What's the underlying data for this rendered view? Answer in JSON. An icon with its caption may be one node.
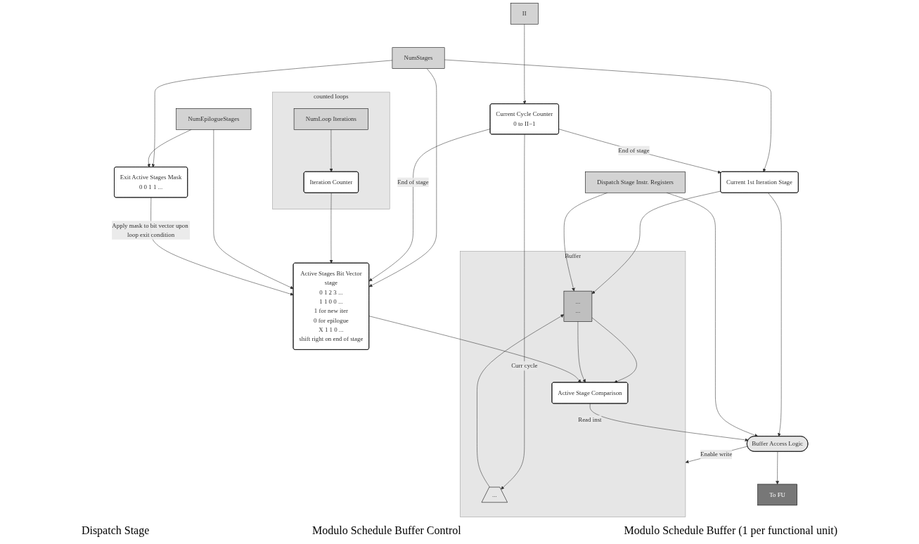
{
  "diagram": {
    "nodes": [
      {
        "text": [
          "Dispatch Stage Instr. Registers"
        ]
      },
      {
        "text": [
          "NumStages"
        ]
      },
      {
        "text": [
          "Current 1st Iteration Stage"
        ]
      },
      {
        "text": [
          "II"
        ]
      },
      {
        "text": [
          "Current Cycle Counter",
          "0 to II−1"
        ]
      },
      {
        "text": [
          "counted loops"
        ]
      },
      {
        "text": [
          "NumLoop Iterations"
        ],
        "in": 5
      },
      {
        "text": [
          "Iteration Counter"
        ],
        "in": 5
      },
      {
        "text": [
          "Active Stages Bit Vector",
          "stage",
          "0 1 2 3 ...",
          "1 1 0 0 ...",
          "1 for new iter",
          "0 for epilogue",
          "X 1 1 0 ...",
          "shift right on end of stage"
        ]
      },
      {
        "text": [
          "Exit Active Stages Mask",
          "0 0 1 1 ..."
        ]
      },
      {
        "text": [
          "NumEpilogueStages"
        ]
      },
      {
        "text": [
          "Buffer"
        ]
      },
      {
        "text": [
          "..."
        ],
        "in": 11
      },
      {
        "text": [
          "...",
          "..."
        ],
        "in": 11
      },
      {
        "text": [
          "Active Stage Comparison"
        ],
        "in": 11
      },
      {
        "text": [
          "Buffer Access Logic"
        ]
      },
      {
        "text": [
          "To FU"
        ]
      }
    ],
    "edges": [
      {
        "from": 1,
        "to": 2,
        "arrow": "to"
      },
      {
        "from": 1,
        "to": 8,
        "arrow": "to"
      },
      {
        "from": 1,
        "to": 9,
        "arrow": "to"
      },
      {
        "from": 3,
        "to": 4,
        "arrow": "to"
      },
      {
        "from": 4,
        "to": 2,
        "arrow": "to",
        "label": "End of stage"
      },
      {
        "from": 4,
        "to": 8,
        "arrow": "to",
        "label": "End of stage"
      },
      {
        "from": 6,
        "to": 7,
        "arrow": "to"
      },
      {
        "from": 7,
        "to": 8,
        "arrow": "to"
      },
      {
        "from": 10,
        "to": 8,
        "arrow": "to"
      },
      {
        "from": 10,
        "to": 9,
        "arrow": "to"
      },
      {
        "from": 9,
        "to": 8,
        "arrow": "to",
        "label": "Apply mask to bit vector upon loop exit condition"
      },
      {
        "from": 2,
        "to": 13,
        "arrow": "to"
      },
      {
        "from": 2,
        "to": 15,
        "arrow": "to"
      },
      {
        "from": 0,
        "to": 13,
        "arrow": "to"
      },
      {
        "from": 0,
        "to": 15,
        "arrow": "to"
      },
      {
        "from": 4,
        "to": 12,
        "arrow": "to",
        "label": "Curr cycle"
      },
      {
        "from": 12,
        "to": 13,
        "arrow": "to"
      },
      {
        "from": 13,
        "to": 14,
        "arrow": "to"
      },
      {
        "from": 13,
        "to": 14,
        "arrow": "to"
      },
      {
        "from": 8,
        "to": 14,
        "arrow": "to"
      },
      {
        "from": 14,
        "to": 15,
        "arrow": "to",
        "label": "Read inst"
      },
      {
        "from": 15,
        "to": 11,
        "arrow": "to",
        "label": "Enable write"
      },
      {
        "from": 15,
        "to": 16,
        "arrow": "to"
      }
    ],
    "labels": [
      "Dispatch Stage",
      "Modulo Schedule Buffer Control",
      "Modulo Schedule Buffer (1 per functional unit)"
    ]
  }
}
